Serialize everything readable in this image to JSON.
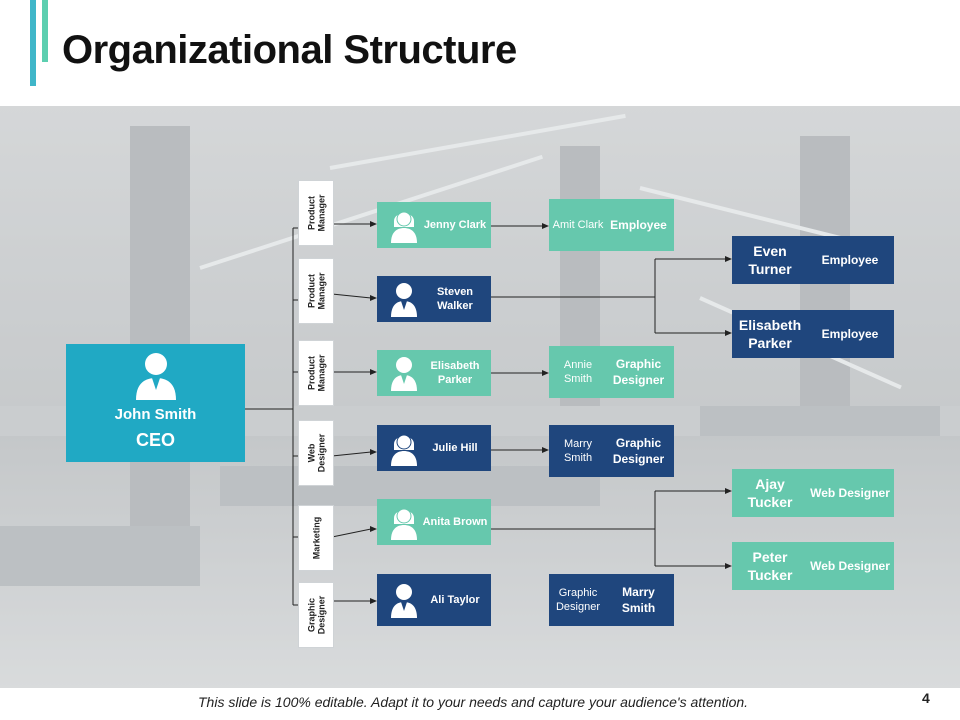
{
  "title": "Organizational Structure",
  "footer": "This slide is 100% editable. Adapt it to your needs and capture your audience's attention.",
  "page_number": "4",
  "colors": {
    "teal": "#66c8ad",
    "navy": "#1f467d",
    "ceo": "#20a9c4",
    "accent": "#3fb6c9"
  },
  "ceo": {
    "name": "John Smith",
    "role": "CEO",
    "icon": "male-user-icon"
  },
  "rows": [
    {
      "role": "Product Manager",
      "person": "Jenny Clark",
      "icon": "female-user-icon",
      "color": "teal",
      "sub": {
        "name": "Amit Clark",
        "role": "Employee",
        "color": "teal"
      }
    },
    {
      "role": "Product Manager",
      "person": "Steven Walker",
      "icon": "male-user-icon",
      "color": "navy"
    },
    {
      "role": "Product Manager",
      "person": "Elisabeth Parker",
      "icon": "male-user-icon",
      "color": "teal",
      "sub": {
        "name": "Annie Smith",
        "role": "Graphic Designer",
        "color": "teal"
      }
    },
    {
      "role": "Web Designer",
      "person": "Julie Hill",
      "icon": "female-user-icon",
      "color": "navy",
      "sub": {
        "name": "Marry Smith",
        "role": "Graphic Designer",
        "color": "navy"
      }
    },
    {
      "role": "Marketing",
      "person": "Anita Brown",
      "icon": "female-user-icon",
      "color": "teal"
    },
    {
      "role": "Graphic Designer",
      "person": "Ali Taylor",
      "icon": "male-user-icon",
      "color": "navy",
      "sub": {
        "name": "Graphic Designer",
        "role": "Marry Smith",
        "color": "navy"
      }
    }
  ],
  "right_column": [
    {
      "name": "Even Turner",
      "role": "Employee",
      "color": "navy"
    },
    {
      "name": "Elisabeth Parker",
      "role": "Employee",
      "color": "navy"
    },
    {
      "name": "Ajay Tucker",
      "role": "Web Designer",
      "color": "teal"
    },
    {
      "name": "Peter Tucker",
      "role": "Web Designer",
      "color": "teal"
    }
  ]
}
